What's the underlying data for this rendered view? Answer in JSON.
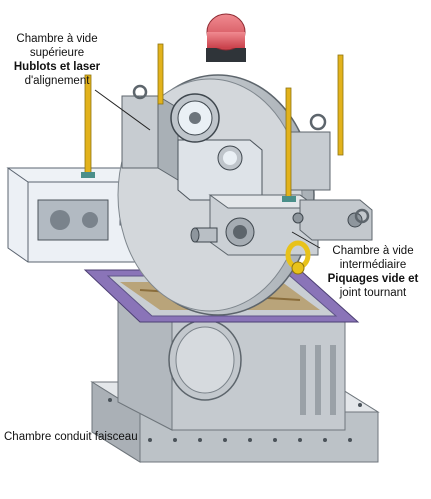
{
  "labels": {
    "upper": {
      "line1": "Chambre à vide",
      "line2": "supérieure",
      "line3": "Hublots et laser",
      "line4": "d'alignement"
    },
    "intermediate": {
      "line1": "Chambre à vide",
      "line2": "intermédiaire",
      "line3": "Piquages vide et",
      "line4": "joint tournant"
    },
    "beam": {
      "line1": "Chambre conduit faisceau"
    }
  },
  "colors": {
    "steel": "#c9ced3",
    "steel_dark": "#8e969d",
    "purple_gasket": "#8a74b8",
    "yellow_rod": "#e2b21c",
    "red_light": "#e0606a",
    "glass": "#dfe6ee",
    "gold_hook": "#e8c21a"
  }
}
